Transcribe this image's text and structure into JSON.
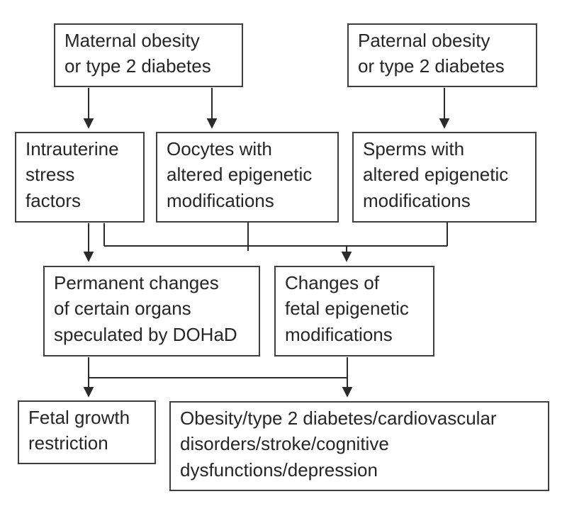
{
  "diagram": {
    "type": "flowchart",
    "colors": {
      "background": "#ffffff",
      "box_border": "#3f3f3f",
      "text": "#262626",
      "arrow": "#2b2b2b"
    },
    "boxes": {
      "maternal": {
        "label": "Maternal obesity\nor type 2 diabetes"
      },
      "paternal": {
        "label": "Paternal obesity\nor type 2 diabetes"
      },
      "intrauterine": {
        "label": "Intrauterine\nstress\nfactors"
      },
      "oocytes": {
        "label": "Oocytes with\naltered epigenetic\nmodifications"
      },
      "sperms": {
        "label": "Sperms with\naltered epigenetic\nmodifications"
      },
      "permanent": {
        "label": "Permanent changes\nof certain organs\nspeculated by DOHaD"
      },
      "fetal_epigenetic": {
        "label": "Changes of\nfetal epigenetic\nmodifications"
      },
      "growth_restriction": {
        "label": "Fetal growth\nrestriction"
      },
      "outcomes": {
        "label": "Obesity/type 2 diabetes/cardiovascular\ndisorders/stroke/cognitive\ndysfunctions/depression"
      }
    },
    "edges": [
      {
        "from": "maternal",
        "to": "intrauterine"
      },
      {
        "from": "maternal",
        "to": "oocytes"
      },
      {
        "from": "paternal",
        "to": "sperms"
      },
      {
        "from": "intrauterine",
        "to": "permanent"
      },
      {
        "from": "intrauterine",
        "to": "fetal_epigenetic"
      },
      {
        "from": "oocytes",
        "to": "fetal_epigenetic"
      },
      {
        "from": "sperms",
        "to": "fetal_epigenetic"
      },
      {
        "from": "permanent",
        "to": "growth_restriction"
      },
      {
        "from": "permanent",
        "to": "outcomes"
      },
      {
        "from": "fetal_epigenetic",
        "to": "growth_restriction"
      },
      {
        "from": "fetal_epigenetic",
        "to": "outcomes"
      }
    ]
  }
}
